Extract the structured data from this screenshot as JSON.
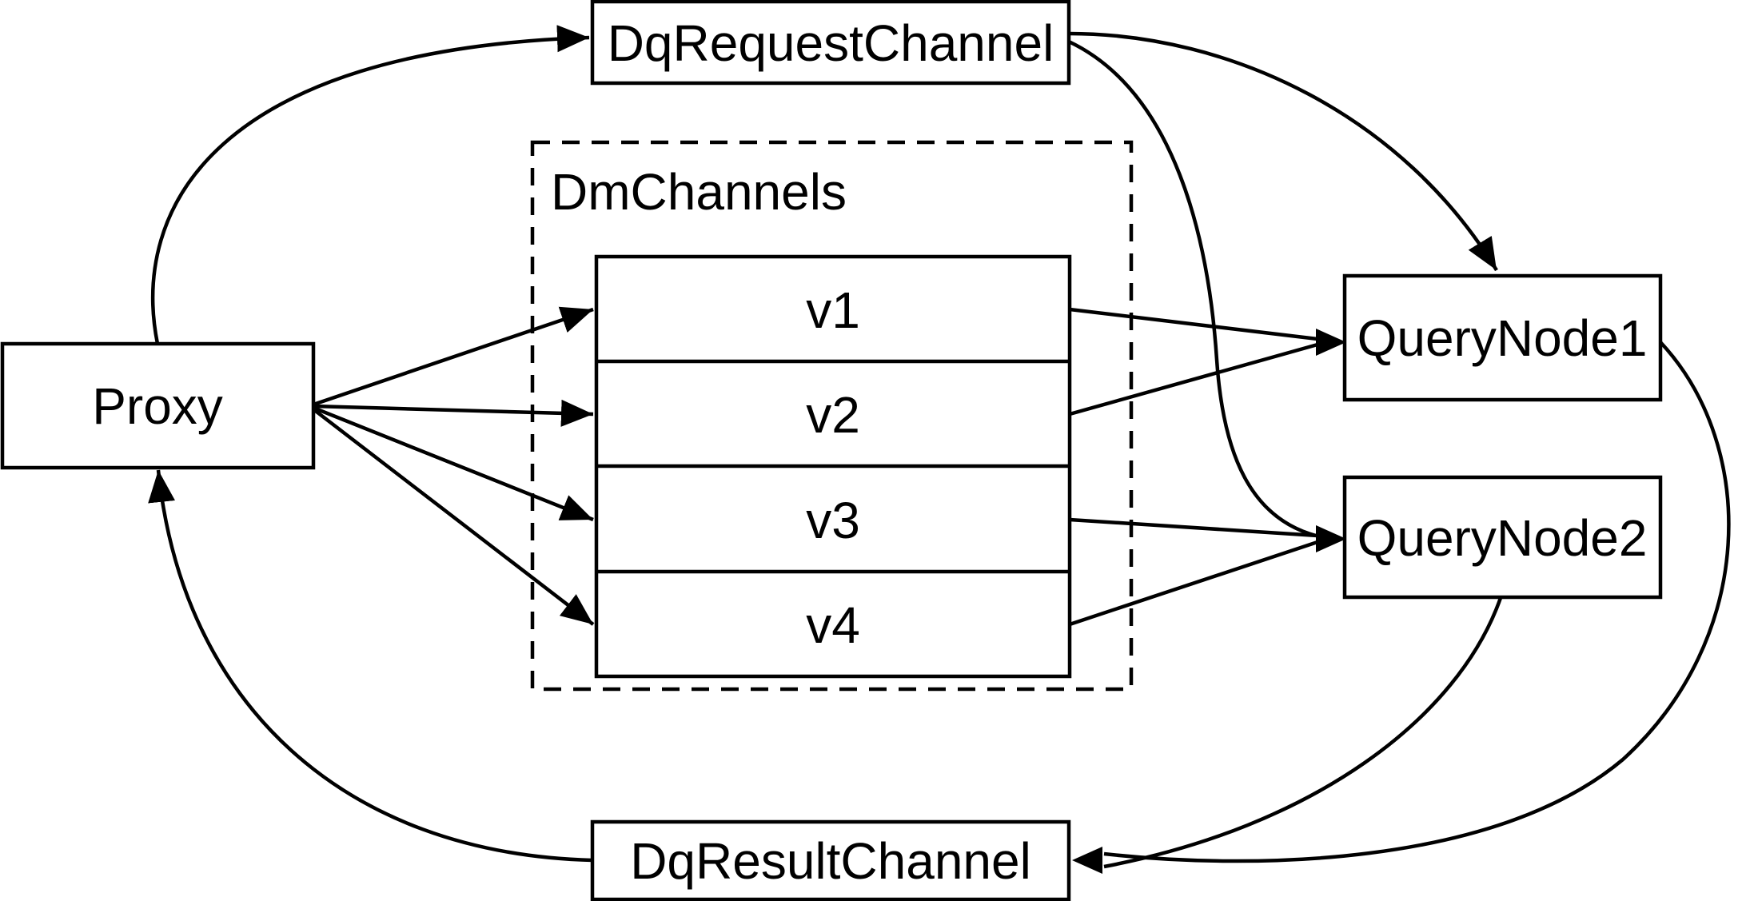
{
  "diagram": {
    "title": "Milvus delegator / query channel flow diagram",
    "colors": {
      "background": "#ffffff",
      "stroke": "#000000",
      "text": "#000000"
    },
    "nodes": {
      "proxy": "Proxy",
      "dq_request_channel": "DqRequestChannel",
      "dm_channels_group": "DmChannels",
      "channels": [
        "v1",
        "v2",
        "v3",
        "v4"
      ],
      "query_node1": "QueryNode1",
      "query_node2": "QueryNode2",
      "dq_result_channel": "DqResultChannel"
    },
    "edges": [
      {
        "from": "Proxy",
        "to": "DqRequestChannel",
        "style": "curved-arrow"
      },
      {
        "from": "Proxy",
        "to": "v1",
        "style": "arrow"
      },
      {
        "from": "Proxy",
        "to": "v2",
        "style": "arrow"
      },
      {
        "from": "Proxy",
        "to": "v3",
        "style": "arrow"
      },
      {
        "from": "Proxy",
        "to": "v4",
        "style": "arrow"
      },
      {
        "from": "v1",
        "to": "QueryNode1",
        "style": "arrow"
      },
      {
        "from": "v2",
        "to": "QueryNode1",
        "style": "arrow"
      },
      {
        "from": "v3",
        "to": "QueryNode2",
        "style": "arrow"
      },
      {
        "from": "v4",
        "to": "QueryNode2",
        "style": "arrow"
      },
      {
        "from": "DqRequestChannel",
        "to": "QueryNode1",
        "style": "curved-arrow"
      },
      {
        "from": "DqRequestChannel",
        "to": "QueryNode2",
        "style": "curved-arrow"
      },
      {
        "from": "QueryNode1",
        "to": "DqResultChannel",
        "style": "curved-arrow"
      },
      {
        "from": "QueryNode2",
        "to": "DqResultChannel",
        "style": "curved-arrow"
      },
      {
        "from": "DqResultChannel",
        "to": "Proxy",
        "style": "curved-arrow"
      }
    ]
  }
}
